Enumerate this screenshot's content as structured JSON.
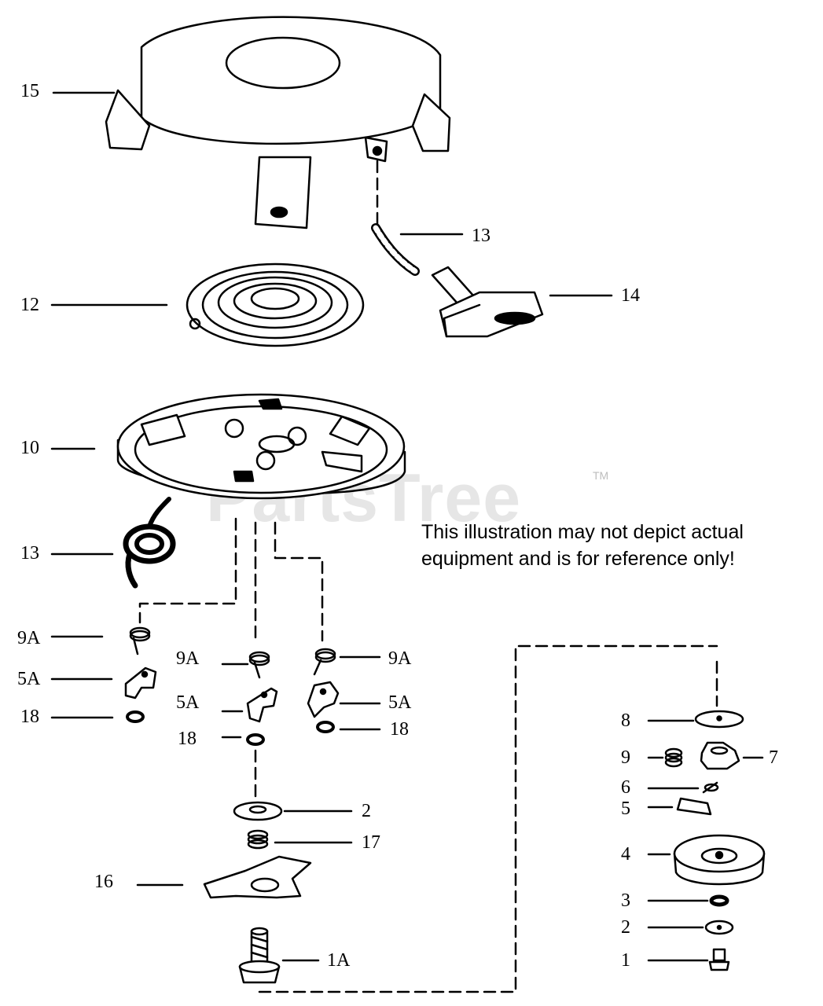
{
  "watermark": {
    "brand": "PartsTree",
    "trademark": "TM"
  },
  "disclaimer": {
    "line1": "This illustration may not depict actual",
    "line2": "equipment and is for reference only!"
  },
  "callouts": [
    {
      "id": "15",
      "text": "15"
    },
    {
      "id": "13-top",
      "text": "13"
    },
    {
      "id": "12",
      "text": "12"
    },
    {
      "id": "14",
      "text": "14"
    },
    {
      "id": "10",
      "text": "10"
    },
    {
      "id": "13-rope",
      "text": "13"
    },
    {
      "id": "9A-left",
      "text": "9A"
    },
    {
      "id": "5A-left",
      "text": "5A"
    },
    {
      "id": "18-left",
      "text": "18"
    },
    {
      "id": "9A-mid",
      "text": "9A"
    },
    {
      "id": "5A-mid",
      "text": "5A"
    },
    {
      "id": "18-mid",
      "text": "18"
    },
    {
      "id": "9A-right",
      "text": "9A"
    },
    {
      "id": "5A-right",
      "text": "5A"
    },
    {
      "id": "18-right",
      "text": "18"
    },
    {
      "id": "2",
      "text": "2"
    },
    {
      "id": "17",
      "text": "17"
    },
    {
      "id": "16",
      "text": "16"
    },
    {
      "id": "1A",
      "text": "1A"
    },
    {
      "id": "8",
      "text": "8"
    },
    {
      "id": "9",
      "text": "9"
    },
    {
      "id": "7",
      "text": "7"
    },
    {
      "id": "6",
      "text": "6"
    },
    {
      "id": "5",
      "text": "5"
    },
    {
      "id": "4",
      "text": "4"
    },
    {
      "id": "3",
      "text": "3"
    },
    {
      "id": "2-right",
      "text": "2"
    },
    {
      "id": "1",
      "text": "1"
    }
  ]
}
